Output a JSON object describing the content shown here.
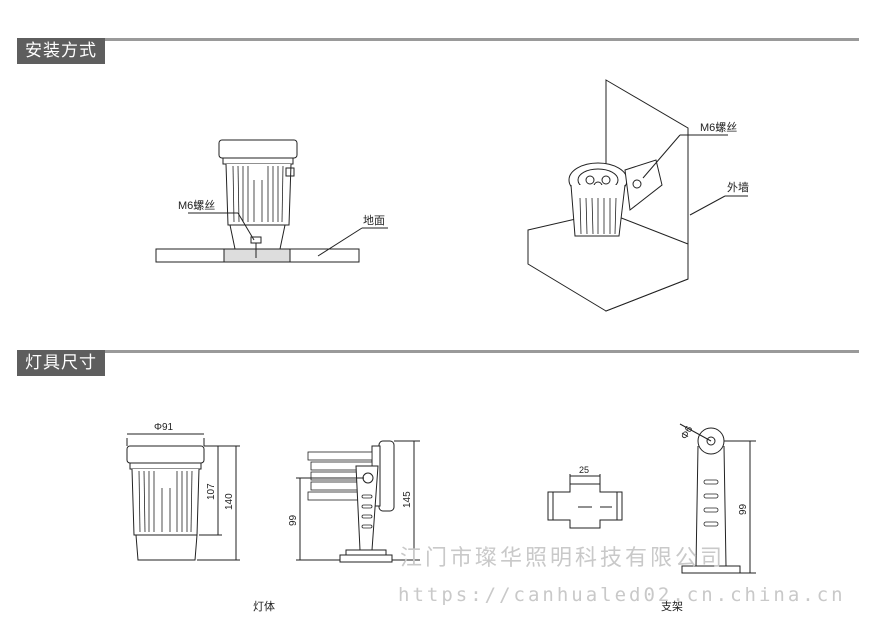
{
  "sections": {
    "installation": {
      "title": "安装方式"
    },
    "dimensions": {
      "title": "灯具尺寸"
    }
  },
  "installation": {
    "ground_mount": {
      "screw_label": "M6螺丝",
      "surface_label": "地面"
    },
    "wall_mount": {
      "screw_label": "M6螺丝",
      "surface_label": "外墙"
    }
  },
  "dimensions": {
    "lamp_front": {
      "diameter_label": "Φ91",
      "height_body": "107",
      "height_total": "140"
    },
    "lamp_side": {
      "height_center": "99",
      "height_total": "145"
    },
    "lamp_caption": "灯体",
    "bracket_top": {
      "width": "25"
    },
    "bracket_side": {
      "hole": "Φ6",
      "height": "99"
    },
    "bracket_caption": "支架"
  },
  "watermark": {
    "company": "江门市璨华照明科技有限公司",
    "url": "https://canhualed02.cn.china.cn"
  }
}
